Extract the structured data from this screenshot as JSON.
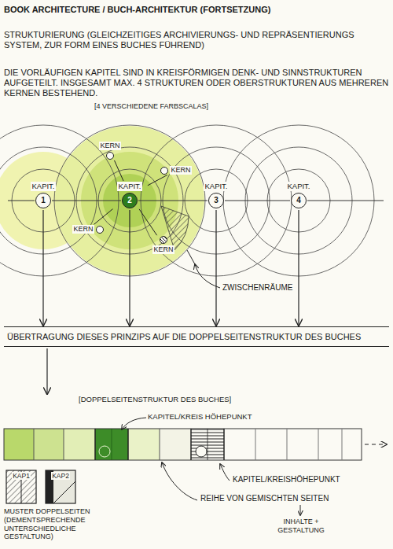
{
  "diagram": {
    "title": "BOOK ARCHITECTURE / BUCH-ARCHITEKTUR (FORTSETZUNG)",
    "nodes": [
      {
        "text": [
          "KAPIT.",
          "1"
        ]
      },
      {
        "text": [
          "KAPIT.",
          "2"
        ]
      },
      {
        "text": [
          "KAPIT.",
          "3"
        ]
      },
      {
        "text": [
          "KAPIT.",
          "4"
        ]
      },
      {
        "text": [
          "KERN"
        ]
      },
      {
        "text": [
          "KERN"
        ]
      },
      {
        "text": [
          "KERN"
        ]
      },
      {
        "text": [
          "KERN"
        ]
      },
      {
        "text": [
          "ÜBERTRAGUNG DIESES PRINZIPS AUF DIE DOPPELSEITENSTRUKTUR DES BUCHES"
        ]
      },
      {
        "text": [
          "[DOPPELSEITENSTRUKTUR DES BUCHES]"
        ]
      },
      {
        "text": [
          "KAP1"
        ]
      },
      {
        "text": [
          "KAP2"
        ]
      }
    ],
    "edges": [
      {
        "from": 1,
        "to": 4,
        "arrow": "none"
      },
      {
        "from": 1,
        "to": 5,
        "arrow": "none"
      },
      {
        "from": 1,
        "to": 6,
        "arrow": "none"
      },
      {
        "from": 1,
        "to": 7,
        "arrow": "none"
      },
      {
        "from": 0,
        "to": 8,
        "arrow": "to"
      },
      {
        "from": 1,
        "to": 8,
        "arrow": "to"
      },
      {
        "from": 2,
        "to": 8,
        "arrow": "to"
      },
      {
        "from": 3,
        "to": 8,
        "arrow": "to"
      },
      {
        "from": 8,
        "to": 9,
        "arrow": "to"
      }
    ],
    "labels": [
      "STRUKTURIERUNG (GLEICHZEITIGES ARCHIVIERUNGS- UND REPRÄSENTIERUNGS SYSTEM, ZUR FORM EINES BUCHES FÜHREND)",
      "DIE VORLÄUFIGEN KAPITEL SIND IN KREISFÖRMIGEN DENK- UND SINNSTRUKTUREN AUFGETEILT. INSGESAMT MAX. 4 STRUKTUREN ODER OBERSTRUKTUREN AUS MEHREREN KERNEN BESTEHEND.",
      "[4 VERSCHIEDENE FARBSCALAS]",
      "ZWISCHENRÄUME",
      "KAPITEL/KREIS HÖHEPUNKT",
      "KAPITEL/KREISHÖHEPUNKT",
      "MUSTER DOPPELSEITEN (DEMENTSPRECHENDE UNTERSCHIEDLICHE GESTALTUNG)",
      "REIHE VON GEMISCHTEN SEITEN",
      "INHALTE + GESTALTUNG"
    ]
  }
}
